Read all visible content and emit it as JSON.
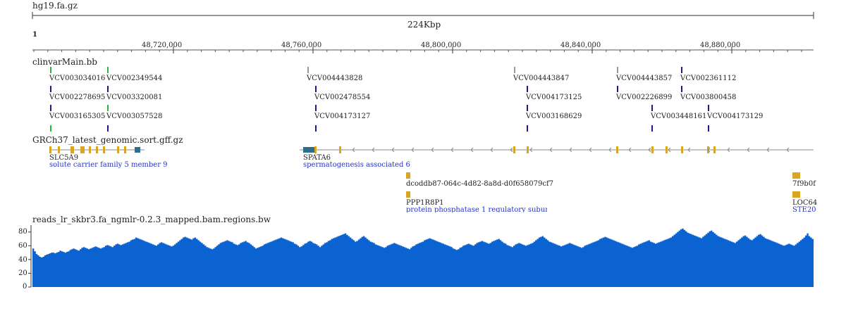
{
  "assembly": "hg19.fa.gz",
  "scale": {
    "span_label": "224Kbp"
  },
  "ruler": {
    "chrom": "1",
    "ticks": [
      "48,720,000",
      "48,760,000",
      "48,800,000",
      "48,840,000",
      "48,880,000"
    ]
  },
  "tracks": {
    "clinvar": {
      "name": "clinvarMain.bb",
      "colors": {
        "green": "#22bb33",
        "gray": "#999999",
        "navy": "#1a1a8c"
      },
      "labels": [
        "VCV003034016",
        "VCV002349544",
        "VCV004443828",
        "VCV004443847",
        "VCV004443857",
        "VCV002361112",
        "VCV002278695",
        "VCV003320081",
        "VCV002478554",
        "VCV004173125",
        "VCV002226899",
        "VCV003800458",
        "VCV003165305",
        "VCV003057528",
        "VCV004173127",
        "VCV003168629",
        "VCV003448161",
        "VCV004173129"
      ]
    },
    "genes": {
      "name": "GRCh37_latest_genomic.sort.gff.gz",
      "colors": {
        "exon": "#daa520",
        "utr": "#2d6e8e",
        "intron": "#888888",
        "desc": "#2233cc"
      },
      "features": [
        {
          "name": "SLC5A9",
          "desc": "solute carrier family 5 member 9"
        },
        {
          "name": "SPATA6",
          "desc": "spermatogenesis associated 6"
        },
        {
          "name": "dcoddb87-064c-4d82-8a8d-d0f658079cf7",
          "desc": ""
        },
        {
          "name": "7f9b0f",
          "desc": ""
        },
        {
          "name": "PPP1R8P1",
          "desc": "protein phosphatase 1 regulatory subun"
        },
        {
          "name": "LOC64",
          "desc": "STE20"
        }
      ]
    },
    "coverage": {
      "name": "reads_lr_skbr3.fa_ngmlr-0.2.3_mapped.bam.regions.bw",
      "color": "#0b63d1",
      "y_ticks": [
        "80",
        "60",
        "40",
        "20",
        "0"
      ]
    }
  },
  "chart_data": {
    "type": "area",
    "title": "",
    "xlabel": "",
    "ylabel": "",
    "ylim": [
      0,
      90
    ],
    "values": [
      56,
      52,
      48,
      46,
      44,
      43,
      44,
      46,
      47,
      48,
      49,
      50,
      50,
      49,
      50,
      51,
      53,
      52,
      51,
      50,
      51,
      52,
      54,
      55,
      56,
      55,
      54,
      53,
      55,
      57,
      58,
      57,
      56,
      55,
      56,
      57,
      58,
      59,
      58,
      57,
      56,
      57,
      58,
      60,
      61,
      60,
      59,
      58,
      60,
      62,
      63,
      62,
      61,
      62,
      63,
      64,
      65,
      66,
      68,
      69,
      70,
      72,
      71,
      70,
      69,
      68,
      67,
      66,
      65,
      64,
      63,
      62,
      61,
      60,
      62,
      64,
      65,
      64,
      63,
      62,
      61,
      60,
      59,
      60,
      62,
      64,
      66,
      68,
      70,
      72,
      73,
      72,
      71,
      70,
      69,
      71,
      72,
      70,
      68,
      66,
      64,
      62,
      60,
      58,
      57,
      56,
      55,
      56,
      58,
      60,
      62,
      64,
      65,
      66,
      67,
      68,
      67,
      66,
      65,
      63,
      62,
      61,
      62,
      64,
      65,
      66,
      67,
      65,
      64,
      62,
      60,
      58,
      56,
      57,
      58,
      59,
      60,
      62,
      63,
      64,
      65,
      66,
      67,
      68,
      69,
      70,
      71,
      72,
      71,
      70,
      69,
      68,
      67,
      66,
      65,
      63,
      62,
      60,
      58,
      59,
      61,
      63,
      64,
      66,
      67,
      66,
      64,
      63,
      62,
      60,
      58,
      60,
      62,
      64,
      65,
      67,
      68,
      70,
      71,
      72,
      73,
      74,
      75,
      76,
      77,
      78,
      76,
      74,
      72,
      70,
      68,
      66,
      67,
      69,
      71,
      73,
      74,
      72,
      70,
      68,
      66,
      65,
      64,
      62,
      61,
      60,
      59,
      58,
      57,
      58,
      60,
      61,
      62,
      63,
      64,
      63,
      62,
      61,
      60,
      59,
      58,
      57,
      56,
      55,
      57,
      59,
      60,
      62,
      63,
      64,
      65,
      66,
      68,
      69,
      70,
      71,
      70,
      69,
      68,
      67,
      66,
      65,
      64,
      63,
      62,
      61,
      60,
      59,
      58,
      56,
      55,
      54,
      55,
      57,
      58,
      60,
      61,
      62,
      63,
      62,
      61,
      60,
      62,
      64,
      65,
      66,
      67,
      66,
      65,
      64,
      63,
      64,
      66,
      67,
      68,
      69,
      70,
      68,
      66,
      64,
      63,
      61,
      60,
      59,
      58,
      60,
      62,
      63,
      64,
      63,
      62,
      61,
      60,
      61,
      62,
      63,
      64,
      66,
      68,
      70,
      72,
      73,
      74,
      72,
      70,
      68,
      66,
      65,
      64,
      63,
      62,
      61,
      60,
      59,
      60,
      61,
      62,
      63,
      64,
      63,
      62,
      61,
      60,
      59,
      58,
      57,
      58,
      60,
      61,
      62,
      63,
      64,
      65,
      66,
      67,
      68,
      70,
      71,
      72,
      73,
      72,
      71,
      70,
      69,
      68,
      67,
      66,
      65,
      64,
      63,
      62,
      61,
      60,
      59,
      58,
      57,
      58,
      59,
      60,
      62,
      63,
      64,
      65,
      66,
      67,
      68,
      66,
      65,
      64,
      63,
      64,
      65,
      66,
      67,
      68,
      69,
      70,
      71,
      72,
      74,
      76,
      78,
      80,
      82,
      84,
      85,
      83,
      81,
      79,
      78,
      77,
      76,
      75,
      74,
      73,
      72,
      71,
      73,
      75,
      77,
      79,
      81,
      82,
      80,
      78,
      76,
      74,
      73,
      72,
      71,
      70,
      69,
      68,
      67,
      66,
      65,
      64,
      66,
      68,
      70,
      72,
      74,
      75,
      73,
      71,
      69,
      68,
      70,
      72,
      74,
      76,
      77,
      75,
      73,
      71,
      70,
      69,
      68,
      67,
      66,
      65,
      64,
      63,
      62,
      61,
      60,
      61,
      62,
      63,
      62,
      61,
      60,
      62,
      64,
      66,
      68,
      70,
      72,
      75,
      78,
      74,
      72,
      70
    ]
  }
}
